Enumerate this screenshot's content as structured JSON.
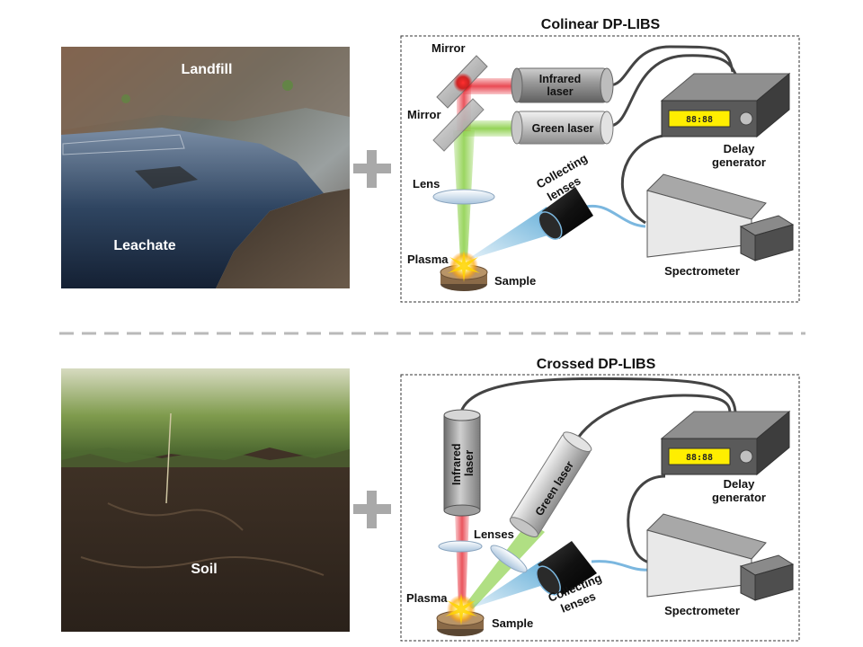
{
  "top": {
    "photo": {
      "label_top": "Landfill",
      "label_bottom": "Leachate"
    },
    "title": "Colinear DP-LIBS",
    "labels": {
      "mirror1": "Mirror",
      "mirror2": "Mirror",
      "infrared_laser": [
        "Infrared",
        "laser"
      ],
      "green_laser": "Green laser",
      "lens": "Lens",
      "collecting_lenses": [
        "Collecting",
        "lenses"
      ],
      "plasma": "Plasma",
      "sample": "Sample",
      "delay_generator": [
        "Delay",
        "generator"
      ],
      "display": "88:88",
      "spectrometer": "Spectrometer"
    }
  },
  "bottom": {
    "photo": {
      "label": "Soil"
    },
    "title": "Crossed DP-LIBS",
    "labels": {
      "infrared_laser": [
        "Infrared",
        "laser"
      ],
      "green_laser": "Green laser",
      "lenses": "Lenses",
      "collecting_lenses": [
        "Collecting",
        "lenses"
      ],
      "plasma": "Plasma",
      "sample": "Sample",
      "delay_generator": [
        "Delay",
        "generator"
      ],
      "display": "88:88",
      "spectrometer": "Spectrometer"
    }
  },
  "colors": {
    "red_beam": "#e8414b",
    "green_beam": "#8fd14f",
    "blue_beam": "#5aa9d6",
    "divider": "#b9b9b9",
    "plus": "#a9a9a9",
    "display": "#ffee00"
  },
  "icons": [
    "plus-icon",
    "mirror-icon",
    "laser-icon",
    "lens-icon",
    "sample-icon",
    "plasma-icon",
    "delay-generator-icon",
    "spectrometer-icon"
  ]
}
